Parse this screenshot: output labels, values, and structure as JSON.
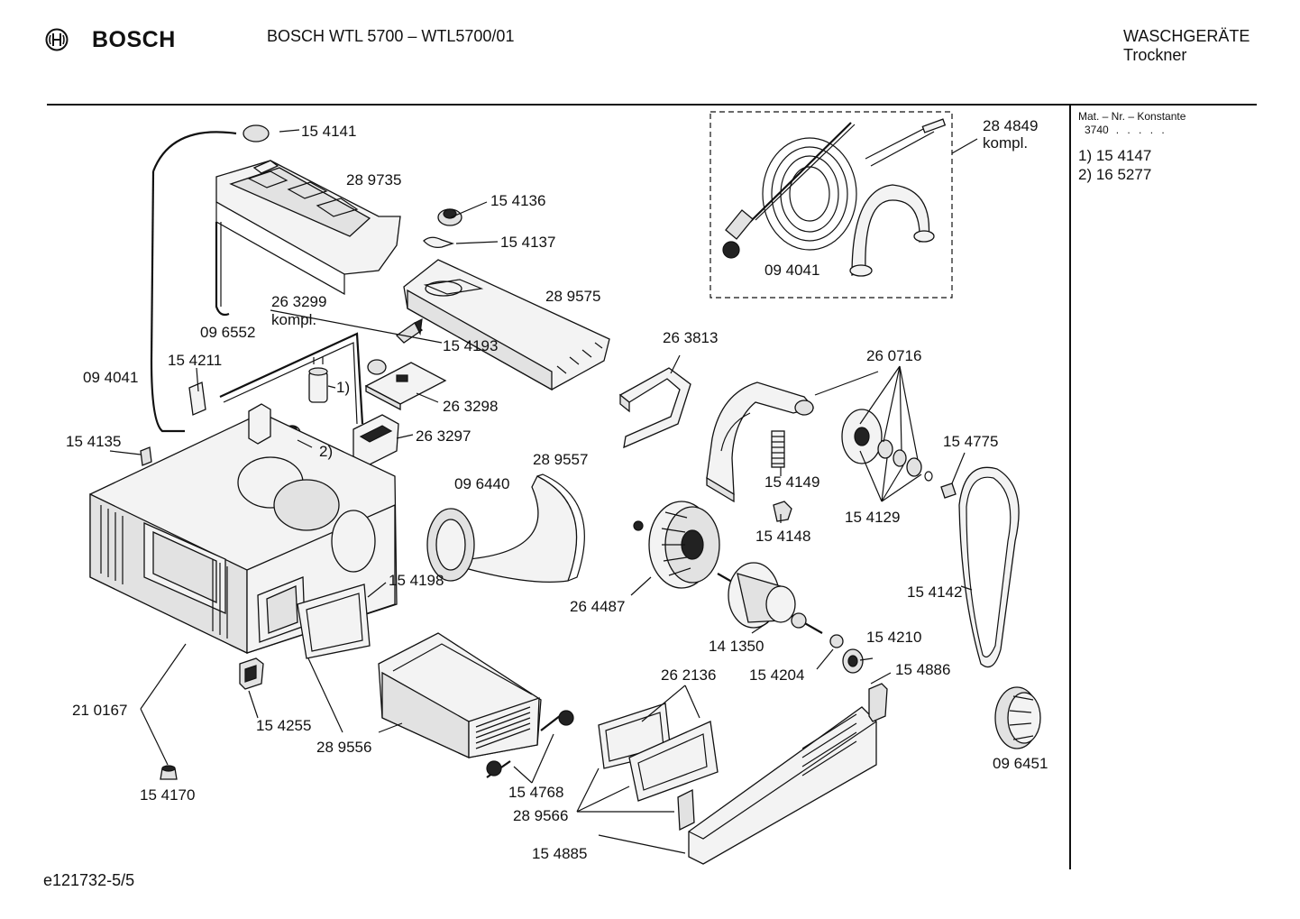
{
  "header": {
    "brand": "BOSCH",
    "model": "BOSCH WTL 5700 – WTL5700/01",
    "category_line1": "WASCHGERÄTE",
    "category_line2": "Trockner"
  },
  "sidebar": {
    "mat_label": "Mat. – Nr. – Konstante",
    "mat_value": "3740",
    "mat_dots": ". . . . .",
    "notes": [
      "1) 15 4147",
      "2) 16 5277"
    ]
  },
  "footer": {
    "code": "e121732-5/5"
  },
  "parts": [
    "15 4141",
    "28 9735",
    "15 4136",
    "15 4137",
    "28 9575",
    "28 4849",
    "kompl.",
    "09 4041",
    "09 6552",
    "26 3299",
    "kompl.",
    "15 4193",
    "09 4041",
    "15 4211",
    "1)",
    "26 3298",
    "26 3813",
    "26 0716",
    "15 4135",
    "2)",
    "26 3297",
    "28 9557",
    "09 6440",
    "15 4149",
    "15 4775",
    "15 4129",
    "15 4148",
    "15 4198",
    "26 4487",
    "15 4142",
    "14 1350",
    "15 4210",
    "15 4204",
    "26 2136",
    "15 4886",
    "21 0167",
    "15 4255",
    "28 9556",
    "09 6451",
    "15 4768",
    "15 4170",
    "28 9566",
    "15 4885"
  ],
  "icons": {
    "logo": "bosch-armature-icon"
  }
}
